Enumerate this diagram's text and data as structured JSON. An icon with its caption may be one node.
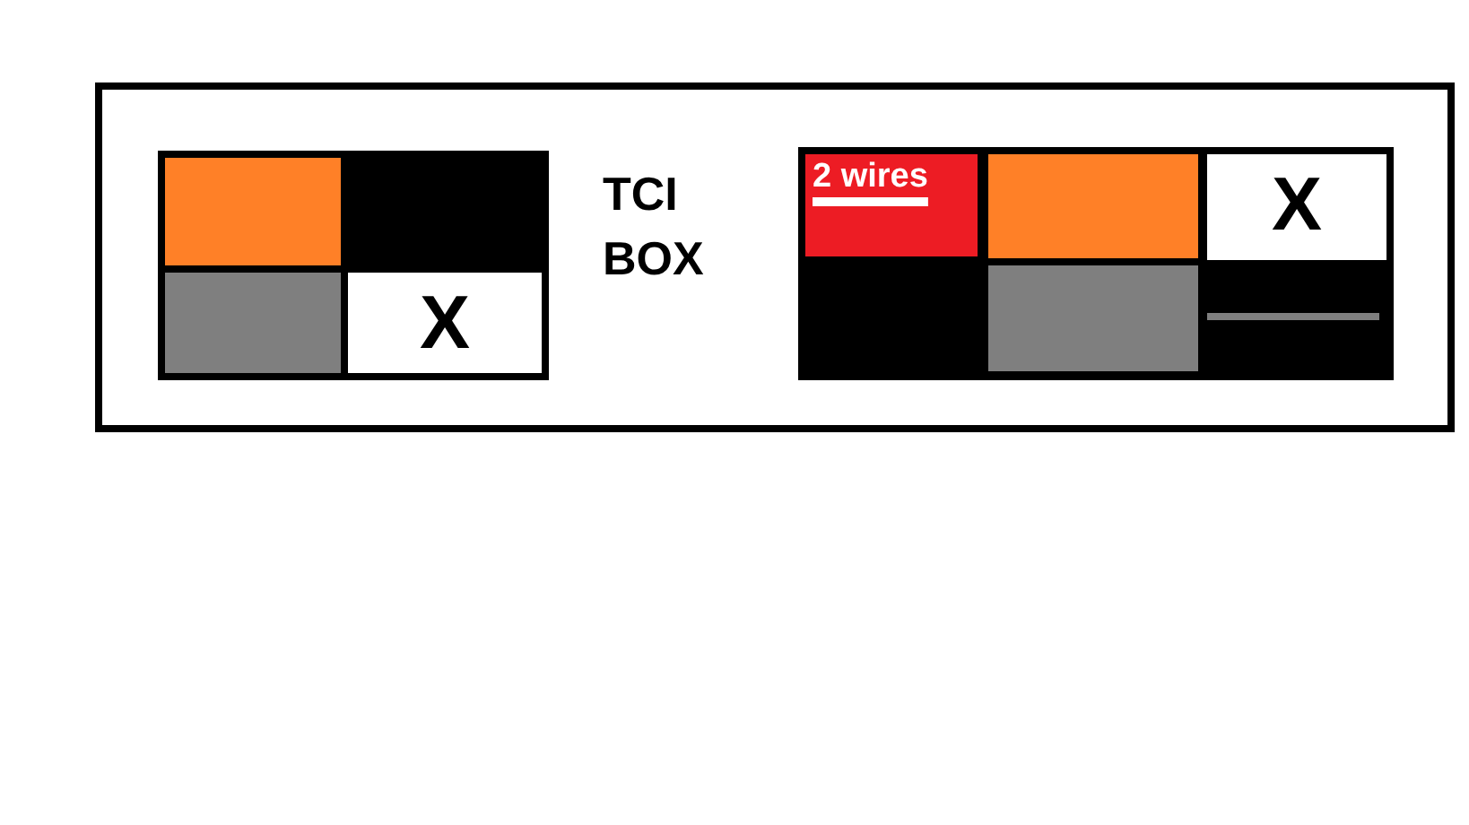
{
  "diagram": {
    "nodes": [
      {
        "text": [
          "TCI BOX"
        ]
      },
      {
        "text": [],
        "shape": "box",
        "in": 0
      },
      {
        "text": [],
        "shape": "box",
        "in": 1
      },
      {
        "text": [],
        "shape": "box",
        "in": 1
      },
      {
        "text": [
          "X"
        ],
        "in": 1
      },
      {
        "text": [],
        "shape": "box",
        "in": 0
      },
      {
        "text": [
          "2 wires"
        ],
        "in": 5
      },
      {
        "text": [],
        "shape": "box",
        "in": 5
      },
      {
        "text": [
          "X"
        ],
        "in": 5
      },
      {
        "text": [],
        "shape": "box",
        "in": 5
      },
      {
        "text": [],
        "shape": "box",
        "in": 5
      }
    ],
    "edges": []
  }
}
